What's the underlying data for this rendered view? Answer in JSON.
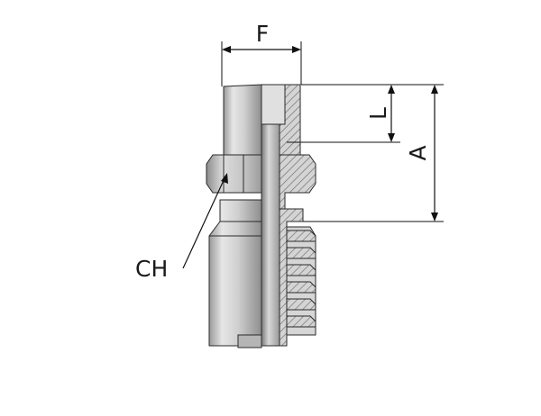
{
  "labels": {
    "F": "F",
    "L": "L",
    "A": "A",
    "CH": "CH"
  },
  "colors": {
    "metal_light": "#e8e8e8",
    "metal_mid": "#bdbdbd",
    "metal_dark": "#8c8c8c",
    "section_fill": "#cfcfcf",
    "hatch": "#6d6d6d",
    "line": "#111111"
  }
}
